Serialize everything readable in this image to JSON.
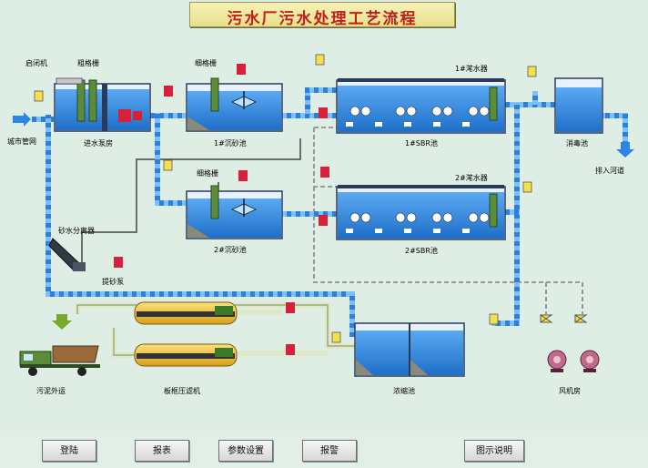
{
  "window": {
    "title": "污水厂污水处理工艺流程"
  },
  "labels": {
    "gate": "启闭机",
    "coarse_screen": "粗格栅",
    "fine_screen_1": "细格栅",
    "fine_screen_2": "细格栅",
    "inlet_pipe": "城市管网",
    "inlet_pump_house": "进水泵房",
    "grit_tank_1": "1#沉砂池",
    "grit_tank_2": "2#沉砂池",
    "sbr_1": "1#SBR池",
    "sbr_2": "2#SBR池",
    "decanter_1": "1#滗水器",
    "decanter_2": "2#滗水器",
    "disinfection_tank": "消毒池",
    "to_river": "排入河道",
    "sand_separator": "砂水分离器",
    "sand_pump": "提砂泵",
    "sludge_transport": "污泥外运",
    "belt_press": "板框压滤机",
    "thickener": "浓缩池",
    "blower_room": "风机房"
  },
  "toolbar": {
    "login": "登陆",
    "report": "报表",
    "params": "参数设置",
    "alarm": "报警",
    "help": "图示说明"
  },
  "colors": {
    "water": "#3a8ee6",
    "pipe_water": "#2f83e0",
    "pipe_air": "#c9c9c9",
    "sludge": "#8a8a7a",
    "pump_red": "#d8203a",
    "valve_yellow": "#f2e14a",
    "press_yellow": "#f0c43a"
  }
}
